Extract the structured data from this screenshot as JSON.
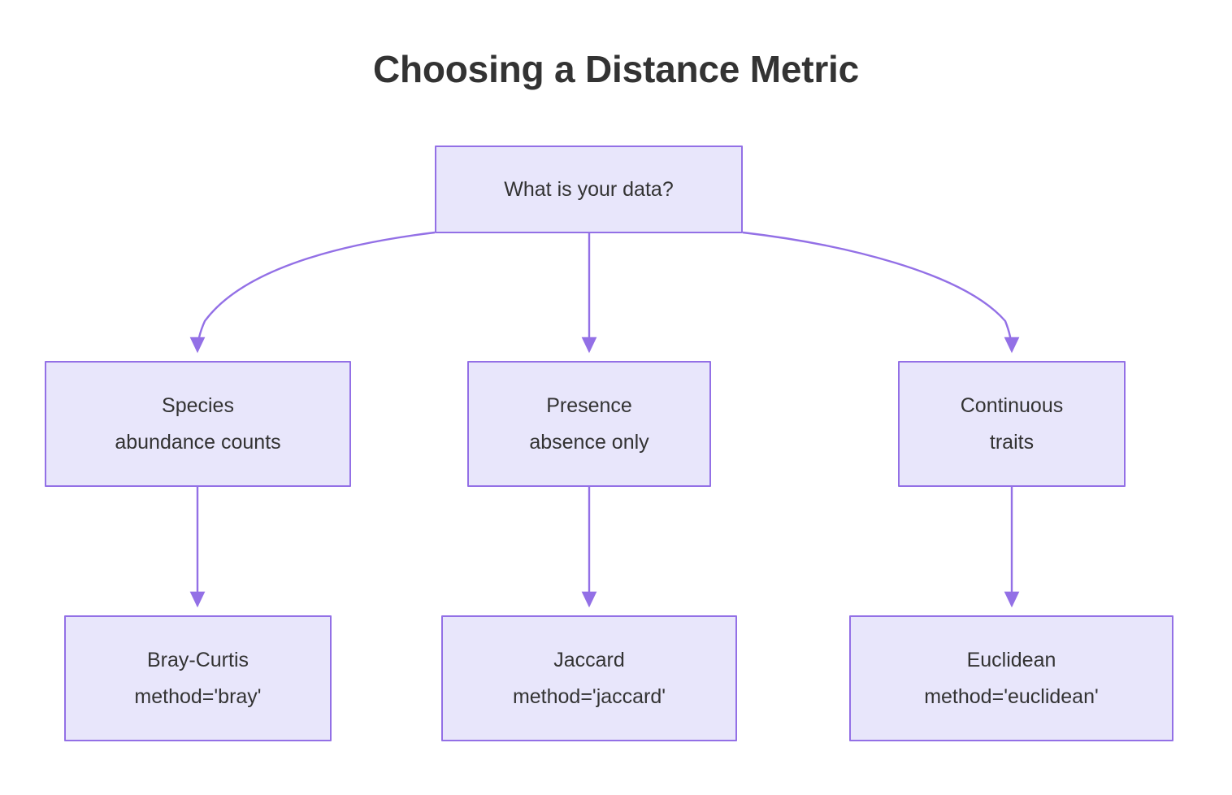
{
  "diagram": {
    "title": "Choosing a Distance Metric",
    "type": "flowchart",
    "direction": "top-down",
    "theme": {
      "node_fill": "#e8e6fb",
      "node_border": "#9370e6",
      "edge_color": "#9370e6",
      "text_color": "#333333",
      "background": "#ffffff"
    },
    "nodes": {
      "root": {
        "id": "root",
        "line1": "What is your data?",
        "line2": "",
        "role": "decision"
      },
      "abundance": {
        "id": "abundance",
        "line1": "Species",
        "line2": "abundance counts",
        "role": "branch"
      },
      "presence": {
        "id": "presence",
        "line1": "Presence",
        "line2": "absence only",
        "role": "branch"
      },
      "continuous": {
        "id": "continuous",
        "line1": "Continuous",
        "line2": "traits",
        "role": "branch"
      },
      "bray": {
        "id": "bray",
        "line1": "Bray-Curtis",
        "line2": "method='bray'",
        "role": "result"
      },
      "jaccard": {
        "id": "jaccard",
        "line1": "Jaccard",
        "line2": "method='jaccard'",
        "role": "result"
      },
      "euclidean": {
        "id": "euclidean",
        "line1": "Euclidean",
        "line2": "method='euclidean'",
        "role": "result"
      }
    },
    "edges": [
      {
        "from": "root",
        "to": "abundance",
        "style": "curved",
        "arrow": "triangle"
      },
      {
        "from": "root",
        "to": "presence",
        "style": "straight",
        "arrow": "triangle"
      },
      {
        "from": "root",
        "to": "continuous",
        "style": "curved",
        "arrow": "triangle"
      },
      {
        "from": "abundance",
        "to": "bray",
        "style": "straight",
        "arrow": "triangle"
      },
      {
        "from": "presence",
        "to": "jaccard",
        "style": "straight",
        "arrow": "triangle"
      },
      {
        "from": "continuous",
        "to": "euclidean",
        "style": "straight",
        "arrow": "triangle"
      }
    ]
  }
}
